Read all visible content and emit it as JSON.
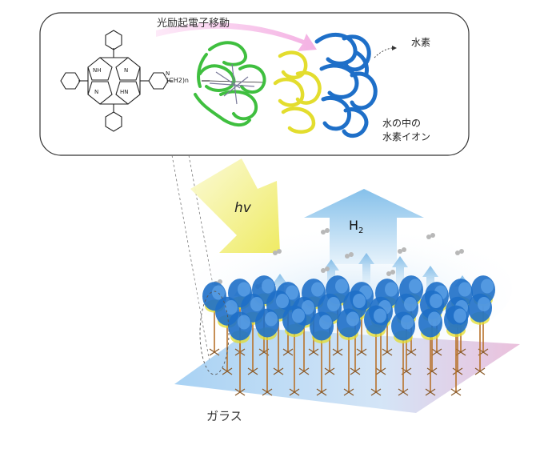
{
  "inset": {
    "title": "光励起電子移動",
    "product_label": "水素",
    "substrate_label_lines": [
      "水の中の",
      "水素イオン"
    ],
    "linker_label": "(CH2)n",
    "nh_label": "NH",
    "n_label": "N",
    "hn_label": "HN",
    "npy_label": "N"
  },
  "scene": {
    "light_label": "hv",
    "gas_label": "H",
    "gas_subscript": "2",
    "surface_label": "ガラス"
  },
  "colors": {
    "ferredoxin": "#3fbf3f",
    "hydrogenase_blue": "#1e6fc8",
    "hydrogenase_yellow": "#e3dd2e",
    "light_arrow": "#f3f07a",
    "gas_arrow": "#8fc6ec",
    "glass": "#bcd9f2",
    "electron_arrow": "#f4b8e6"
  }
}
